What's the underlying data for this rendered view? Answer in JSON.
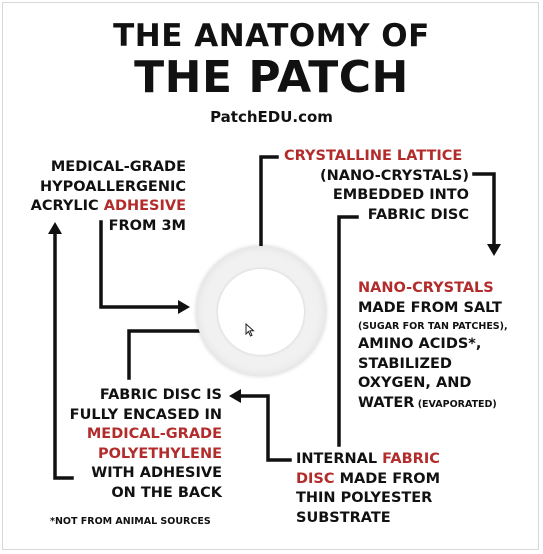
{
  "title": {
    "line1": "THE ANATOMY OF",
    "line2": "THE PATCH",
    "website": "PatchEDU.com"
  },
  "colors": {
    "accent": "#b32c2c",
    "text": "#111111"
  },
  "labels": {
    "adhesive": {
      "line1": "MEDICAL-GRADE",
      "line2": "HYPOALLERGENIC",
      "line3_pre": "ACRYLIC ",
      "line3_accent": "ADHESIVE",
      "line4": "FROM 3M"
    },
    "lattice": {
      "line1_accent": "CRYSTALLINE LATTICE",
      "line2": "(NANO-CRYSTALS)",
      "line3": "EMBEDDED INTO",
      "line4": "FABRIC DISC"
    },
    "nano": {
      "line1_accent": "NANO-CRYSTALS",
      "line2": "MADE FROM SALT",
      "line3_small": "(SUGAR FOR TAN PATCHES),",
      "line4": "AMINO ACIDS*,",
      "line5": "STABILIZED",
      "line6": "OXYGEN, AND",
      "line7": "WATER",
      "line7_small": " (EVAPORATED)"
    },
    "encased": {
      "line1": "FABRIC DISC IS",
      "line2": "FULLY ENCASED IN",
      "line3_accent": "MEDICAL-GRADE",
      "line4_accent": "POLYETHYLENE",
      "line5": "WITH ADHESIVE",
      "line6": "ON THE BACK"
    },
    "internal": {
      "line1_pre": "INTERNAL ",
      "line1_accent": "FABRIC",
      "line2_accent": "DISC",
      "line2_post": " MADE FROM",
      "line3": "THIN POLYESTER",
      "line4": "SUBSTRATE"
    }
  },
  "footnote": "*NOT FROM ANIMAL SOURCES",
  "icons": {
    "cursor": "mouse-pointer-icon",
    "arrow": "arrowhead-icon"
  }
}
